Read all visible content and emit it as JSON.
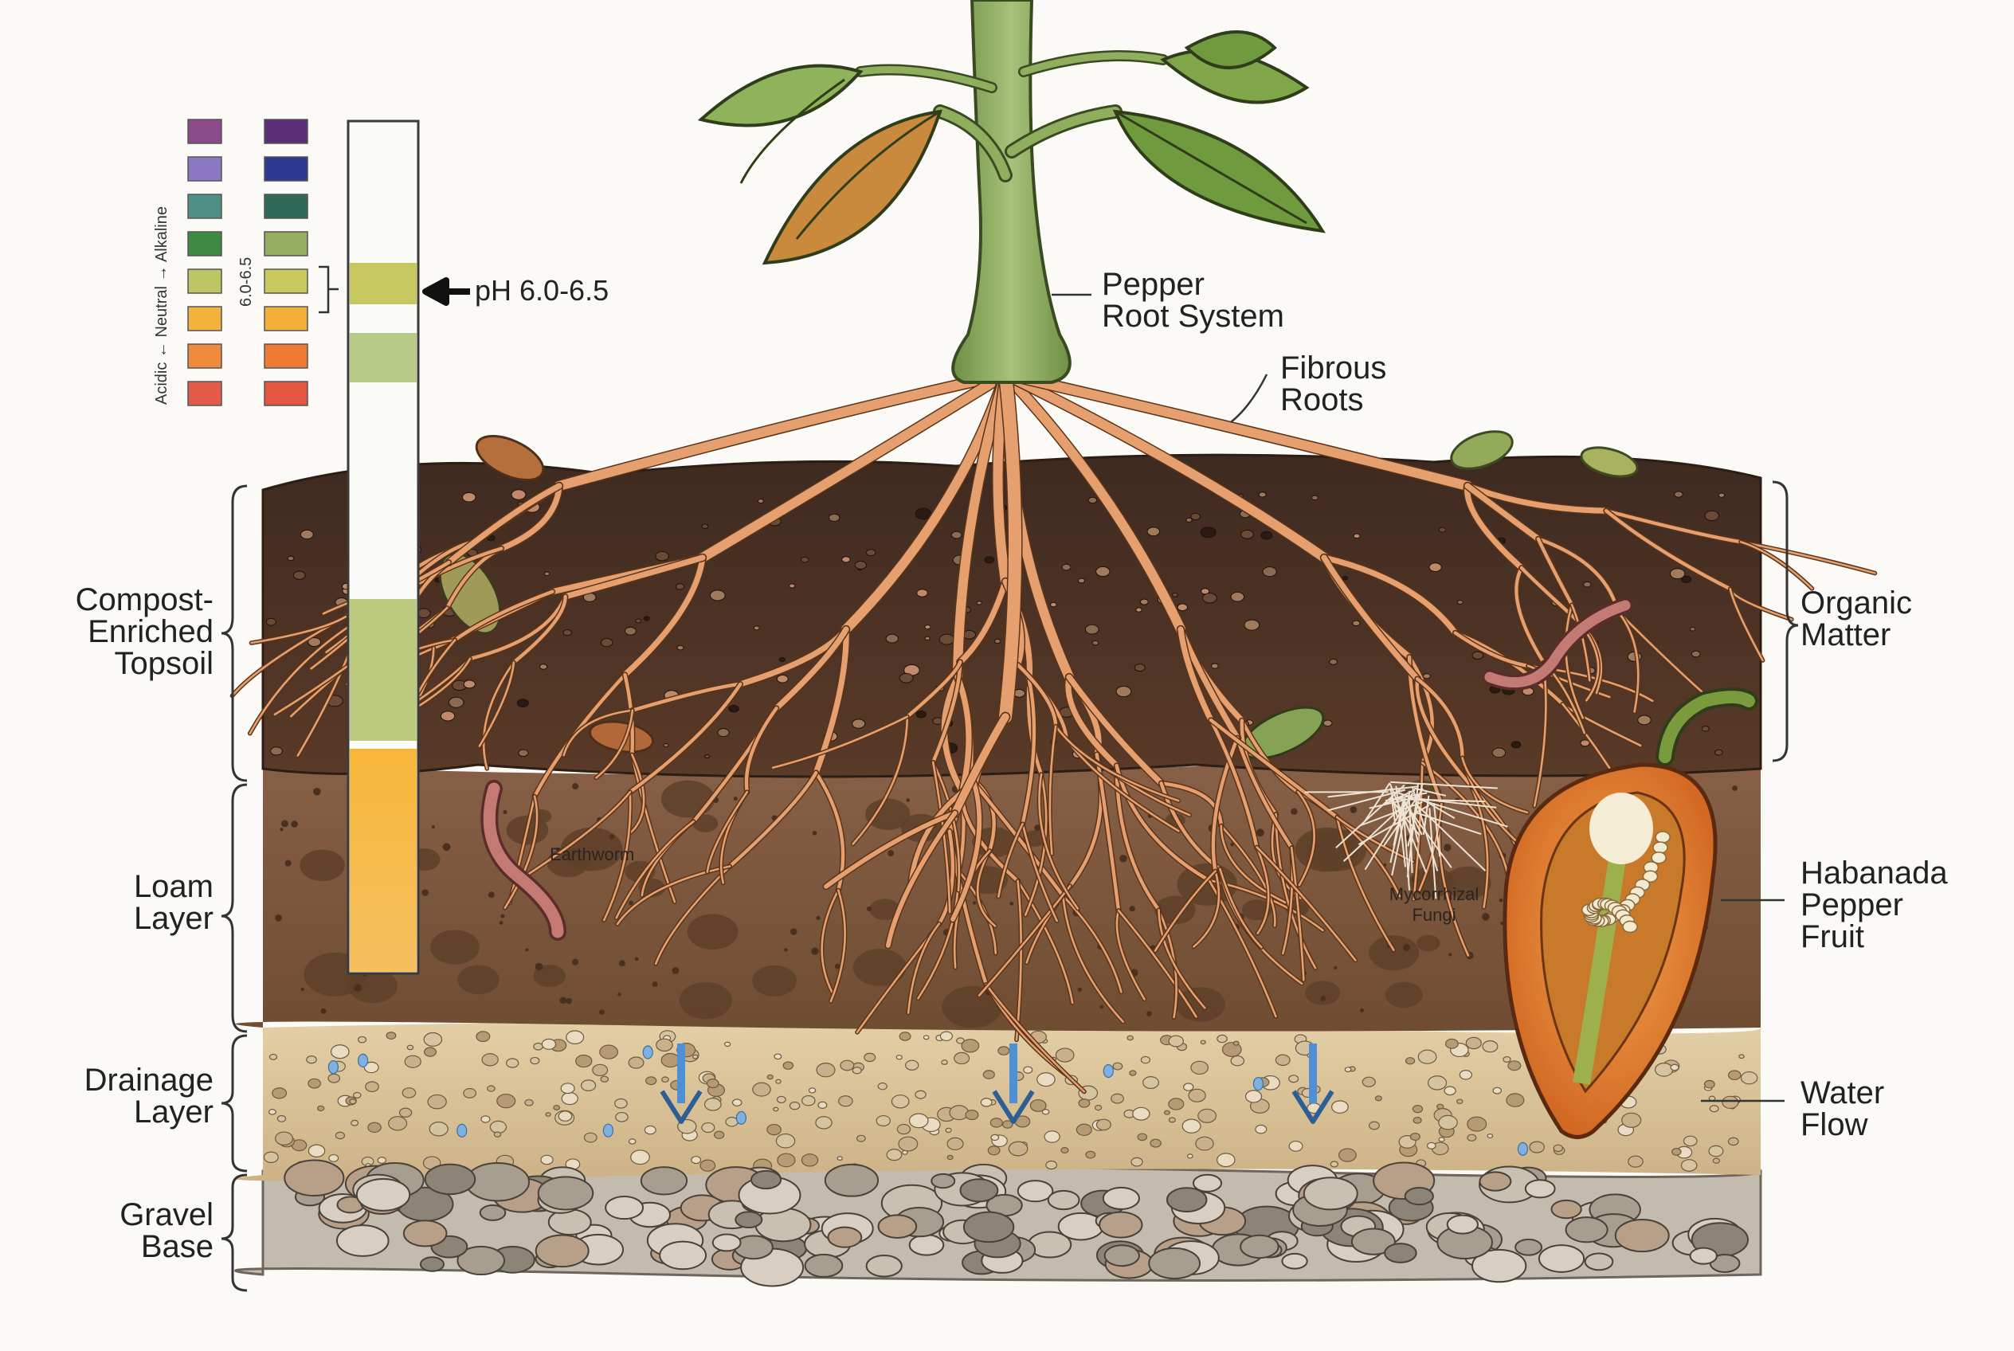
{
  "scale": {
    "title_vertical": "Acidic ← Neutral → Alkaline",
    "range_vertical": "6.0-6.5",
    "indicator_label": "pH 6.0-6.5",
    "left_swatches": [
      "#8b4a8a",
      "#8a78c2",
      "#4f8f86",
      "#3f8a43",
      "#bcc764",
      "#f2b23d",
      "#f08a3c",
      "#e45a4b"
    ],
    "right_swatches": [
      "#5a2d76",
      "#2e3a92",
      "#2f6a58",
      "#94ad63",
      "#c8c95f",
      "#f4ae3a",
      "#ef7a33",
      "#e5553f"
    ]
  },
  "layers": {
    "topsoil": [
      "Compost-",
      "Enriched",
      "Topsoil"
    ],
    "loam": [
      "Loam",
      "Layer"
    ],
    "drainage": [
      "Drainage",
      "Layer"
    ],
    "gravel": [
      "Gravel",
      "Base"
    ]
  },
  "callouts": {
    "root_system": [
      "Pepper",
      "Root System"
    ],
    "fibrous": [
      "Fibrous",
      "Roots"
    ],
    "organic": [
      "Organic",
      "Matter"
    ],
    "fruit": [
      "Habanada",
      "Pepper",
      "Fruit"
    ],
    "water": [
      "Water",
      "Flow"
    ],
    "earthworm": "Earthworm",
    "fungi": [
      "Mycorrhizal",
      "Fungi"
    ]
  },
  "colors": {
    "topsoil": "#4a3124",
    "loam": "#7a5438",
    "drainage": "#d8bf96",
    "gravel": "#c9c2b6",
    "root": "#e29a63",
    "stem": "#8fae5e",
    "leaf": "#7aa04e",
    "water_arrow": "#4f8fd6",
    "pepper": "#e07a2c"
  }
}
